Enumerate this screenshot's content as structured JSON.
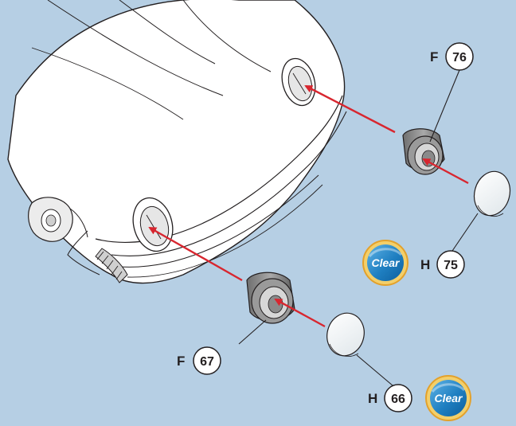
{
  "colors": {
    "background": "#b6cfe4",
    "arrow": "#d8262f",
    "outline": "#231f20",
    "badge_ring": "#e3a12b",
    "badge_fill": "#2f8fcf"
  },
  "parts": [
    {
      "letter": "F",
      "number": "76"
    },
    {
      "letter": "H",
      "number": "75"
    },
    {
      "letter": "F",
      "number": "67"
    },
    {
      "letter": "H",
      "number": "66"
    }
  ],
  "badges": [
    {
      "text": "Clear"
    },
    {
      "text": "Clear"
    }
  ]
}
